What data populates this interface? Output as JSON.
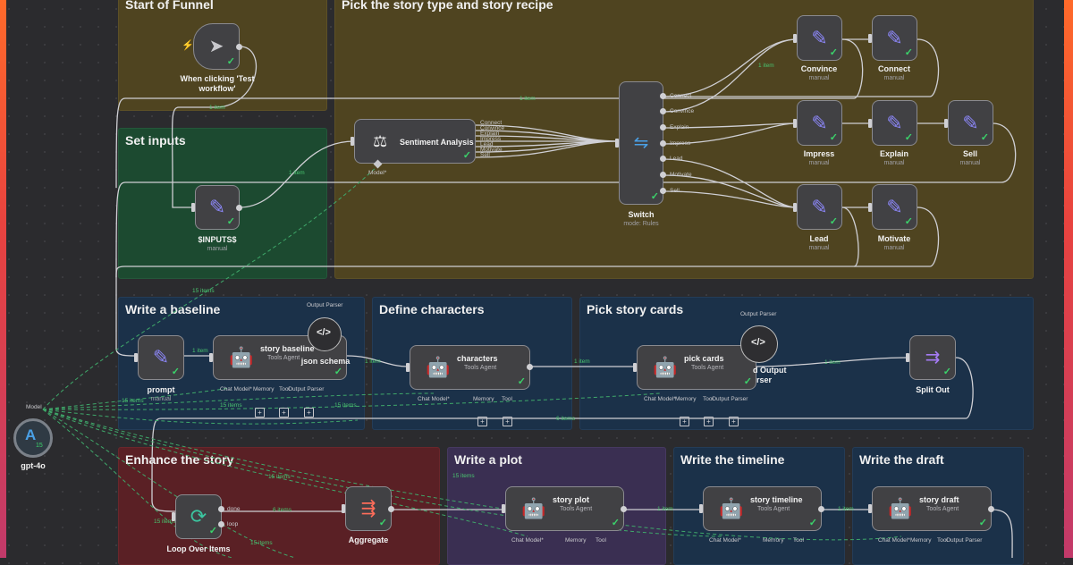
{
  "groups": {
    "start": "Start of Funnel",
    "pick": "Pick the story type and story recipe",
    "inputs": "Set inputs",
    "baseline": "Write a baseline",
    "characters": "Define characters",
    "cards": "Pick story cards",
    "enhance": "Enhance the story",
    "plot": "Write a plot",
    "timeline": "Write the timeline",
    "draft": "Write the draft"
  },
  "nodes": {
    "trigger": {
      "label": "When clicking 'Test workflow'"
    },
    "inputs": {
      "label": "$INPUTS$",
      "sub": "manual"
    },
    "sentiment": {
      "label": "Sentiment Analysis",
      "model_port": "Model*",
      "outputs": [
        "Connect",
        "Convince",
        "Explain",
        "Impress",
        "Lead",
        "Motivate",
        "Sell"
      ]
    },
    "switch": {
      "label": "Switch",
      "sub": "mode: Rules",
      "outputs": [
        "Connect",
        "Convince",
        "Explain",
        "Impress",
        "Lead",
        "Motivate",
        "Sell"
      ]
    },
    "convince": {
      "label": "Convince",
      "sub": "manual"
    },
    "connect": {
      "label": "Connect",
      "sub": "manual"
    },
    "impress": {
      "label": "Impress",
      "sub": "manual"
    },
    "explain": {
      "label": "Explain",
      "sub": "manual"
    },
    "sell": {
      "label": "Sell",
      "sub": "manual"
    },
    "lead": {
      "label": "Lead",
      "sub": "manual"
    },
    "motivate": {
      "label": "Motivate",
      "sub": "manual"
    },
    "prompt": {
      "label": "prompt",
      "sub": "manual"
    },
    "story_baseline": {
      "label": "story baseline",
      "sub": "Tools Agent"
    },
    "json_schema": {
      "label": "json schema",
      "port": "Output Parser"
    },
    "characters": {
      "label": "characters",
      "sub": "Tools Agent"
    },
    "pick_cards": {
      "label": "pick cards",
      "sub": "Tools Agent"
    },
    "parser2": {
      "label_a": "d Output",
      "label_b": "rser",
      "port": "Output Parser"
    },
    "split_out": {
      "label": "Split Out"
    },
    "loop": {
      "label": "Loop Over Items",
      "out_done": "done",
      "out_loop": "loop"
    },
    "aggregate": {
      "label": "Aggregate"
    },
    "story_plot": {
      "label": "story plot",
      "sub": "Tools Agent"
    },
    "story_timeline": {
      "label": "story timeline",
      "sub": "Tools Agent"
    },
    "story_draft": {
      "label": "story draft",
      "sub": "Tools Agent"
    },
    "gpt": {
      "label": "gpt-4o",
      "port": "Model",
      "count": "15"
    }
  },
  "ports": {
    "chat_model": "Chat Model*",
    "memory": "Memory",
    "tool": "Tool",
    "output_parser": "Output Parser"
  },
  "edge_labels": {
    "one_item": "1 item",
    "fifteen_items": "15 items",
    "six_items": "6 items"
  },
  "colors": {
    "success": "#3bd36b",
    "accent_purple": "#8b86f7",
    "wire": "#cfcfd4"
  }
}
